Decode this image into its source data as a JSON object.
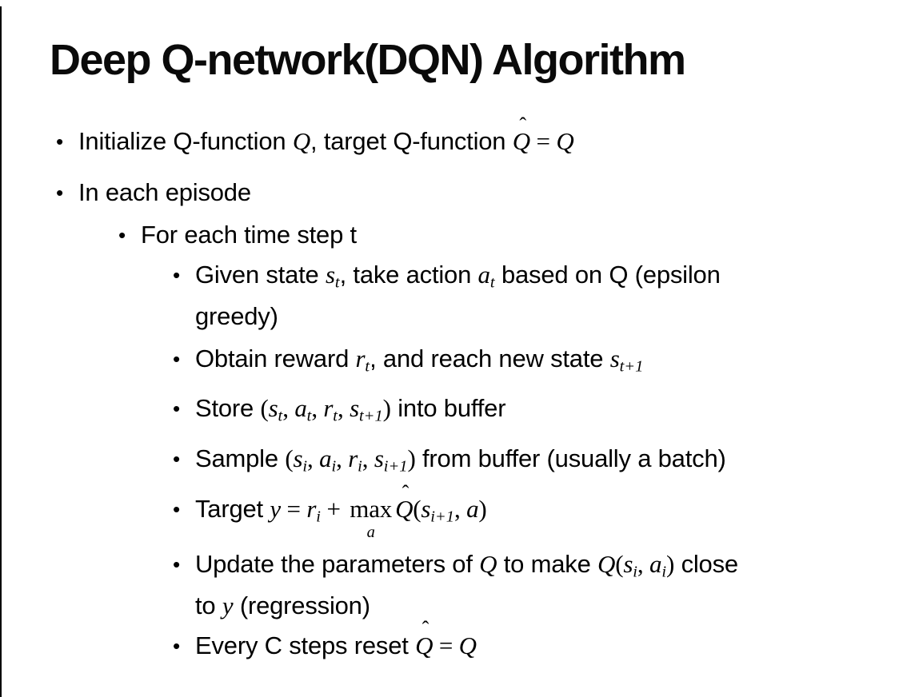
{
  "slide": {
    "title": "Deep Q-network(DQN) Algorithm"
  },
  "colors": {
    "background": "#ffffff",
    "text": "#000000",
    "border": "#000000"
  },
  "bullets": [
    {
      "level": 1,
      "segments": [
        [
          "p",
          "Initialize Q-function "
        ],
        [
          "m",
          "Q"
        ],
        [
          "p",
          ", target Q-function "
        ],
        [
          "hat",
          "Q"
        ],
        [
          "o",
          " = "
        ],
        [
          "m",
          "Q"
        ]
      ]
    },
    {
      "level": 1,
      "segments": [
        [
          "p",
          "In each episode"
        ]
      ]
    },
    {
      "level": 2,
      "segments": [
        [
          "p",
          "For each time step t"
        ]
      ]
    },
    {
      "level": 3,
      "segments": [
        [
          "p",
          "Given state "
        ],
        [
          "m",
          "s"
        ],
        [
          "sub",
          "t"
        ],
        [
          "p",
          ", take action "
        ],
        [
          "m",
          "a"
        ],
        [
          "sub",
          "t"
        ],
        [
          "p",
          " based on Q (epsilon"
        ],
        [
          "br",
          ""
        ],
        [
          "p",
          "greedy)"
        ]
      ]
    },
    {
      "level": 3,
      "segments": [
        [
          "p",
          "Obtain reward "
        ],
        [
          "m",
          "r"
        ],
        [
          "sub",
          "t"
        ],
        [
          "p",
          ", and reach new state "
        ],
        [
          "m",
          "s"
        ],
        [
          "sub",
          "t+1"
        ]
      ]
    },
    {
      "level": 3,
      "segments": [
        [
          "p",
          "Store "
        ],
        [
          "o",
          "("
        ],
        [
          "m",
          "s"
        ],
        [
          "sub",
          "t"
        ],
        [
          "o",
          ", "
        ],
        [
          "m",
          "a"
        ],
        [
          "sub",
          "t"
        ],
        [
          "o",
          ", "
        ],
        [
          "m",
          "r"
        ],
        [
          "sub",
          "t"
        ],
        [
          "o",
          ", "
        ],
        [
          "m",
          "s"
        ],
        [
          "sub",
          "t+1"
        ],
        [
          "o",
          ")"
        ],
        [
          "p",
          " into buffer"
        ]
      ]
    },
    {
      "level": 3,
      "segments": [
        [
          "p",
          "Sample "
        ],
        [
          "o",
          "("
        ],
        [
          "m",
          "s"
        ],
        [
          "sub",
          "i"
        ],
        [
          "o",
          ", "
        ],
        [
          "m",
          "a"
        ],
        [
          "sub",
          "i"
        ],
        [
          "o",
          ", "
        ],
        [
          "m",
          "r"
        ],
        [
          "sub",
          "i"
        ],
        [
          "o",
          ", "
        ],
        [
          "m",
          "s"
        ],
        [
          "sub",
          "i+1"
        ],
        [
          "o",
          ")"
        ],
        [
          "p",
          " from buffer (usually a batch)"
        ]
      ]
    },
    {
      "level": 3,
      "segments": [
        [
          "p",
          "Target "
        ],
        [
          "m",
          "y"
        ],
        [
          "o",
          " = "
        ],
        [
          "m",
          "r"
        ],
        [
          "sub",
          "i"
        ],
        [
          "o",
          " + "
        ],
        [
          "limop",
          "max",
          "a"
        ],
        [
          "hat",
          "Q"
        ],
        [
          "o",
          "("
        ],
        [
          "m",
          "s"
        ],
        [
          "sub",
          "i+1"
        ],
        [
          "o",
          ", "
        ],
        [
          "m",
          "a"
        ],
        [
          "o",
          ")"
        ]
      ]
    },
    {
      "level": 3,
      "segments": [
        [
          "p",
          "Update the parameters of "
        ],
        [
          "m",
          "Q"
        ],
        [
          "p",
          " to make "
        ],
        [
          "m",
          "Q"
        ],
        [
          "o",
          "("
        ],
        [
          "m",
          "s"
        ],
        [
          "sub",
          "i"
        ],
        [
          "o",
          ", "
        ],
        [
          "m",
          "a"
        ],
        [
          "sub",
          "i"
        ],
        [
          "o",
          ")"
        ],
        [
          "p",
          " close"
        ],
        [
          "br",
          ""
        ],
        [
          "p",
          "to "
        ],
        [
          "m",
          "y"
        ],
        [
          "p",
          " (regression)"
        ]
      ]
    },
    {
      "level": 3,
      "segments": [
        [
          "p",
          "Every C steps reset "
        ],
        [
          "hat",
          "Q"
        ],
        [
          "o",
          " = "
        ],
        [
          "m",
          "Q"
        ]
      ]
    }
  ],
  "glyphs": {
    "bullet": "•",
    "hat_mark": "ˆ"
  }
}
